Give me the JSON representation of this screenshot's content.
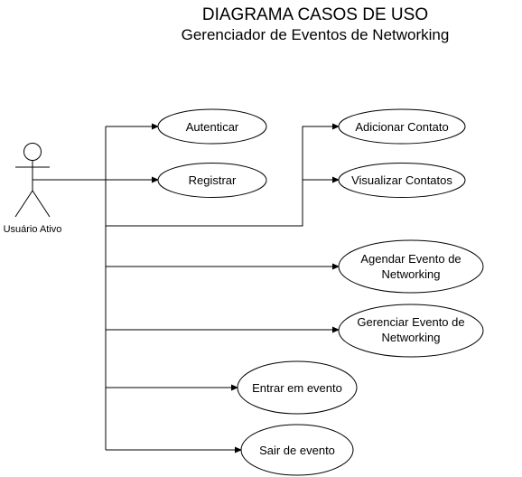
{
  "title": "DIAGRAMA CASOS DE USO",
  "subtitle": "Gerenciador de Eventos de Networking",
  "actor": {
    "label": "Usuário Ativo"
  },
  "use_cases": {
    "autenticar": [
      "Autenticar"
    ],
    "registrar": [
      "Registrar"
    ],
    "adicionar_contato": [
      "Adicionar Contato"
    ],
    "visualizar_contatos": [
      "Visualizar Contatos"
    ],
    "agendar_evento": [
      "Agendar Evento de",
      "Networking"
    ],
    "gerenciar_evento": [
      "Gerenciar Evento de",
      "Networking"
    ],
    "entrar_evento": [
      "Entrar em evento"
    ],
    "sair_evento": [
      "Sair de evento"
    ]
  },
  "colors": {
    "stroke": "#000000",
    "fill": "#ffffff"
  }
}
